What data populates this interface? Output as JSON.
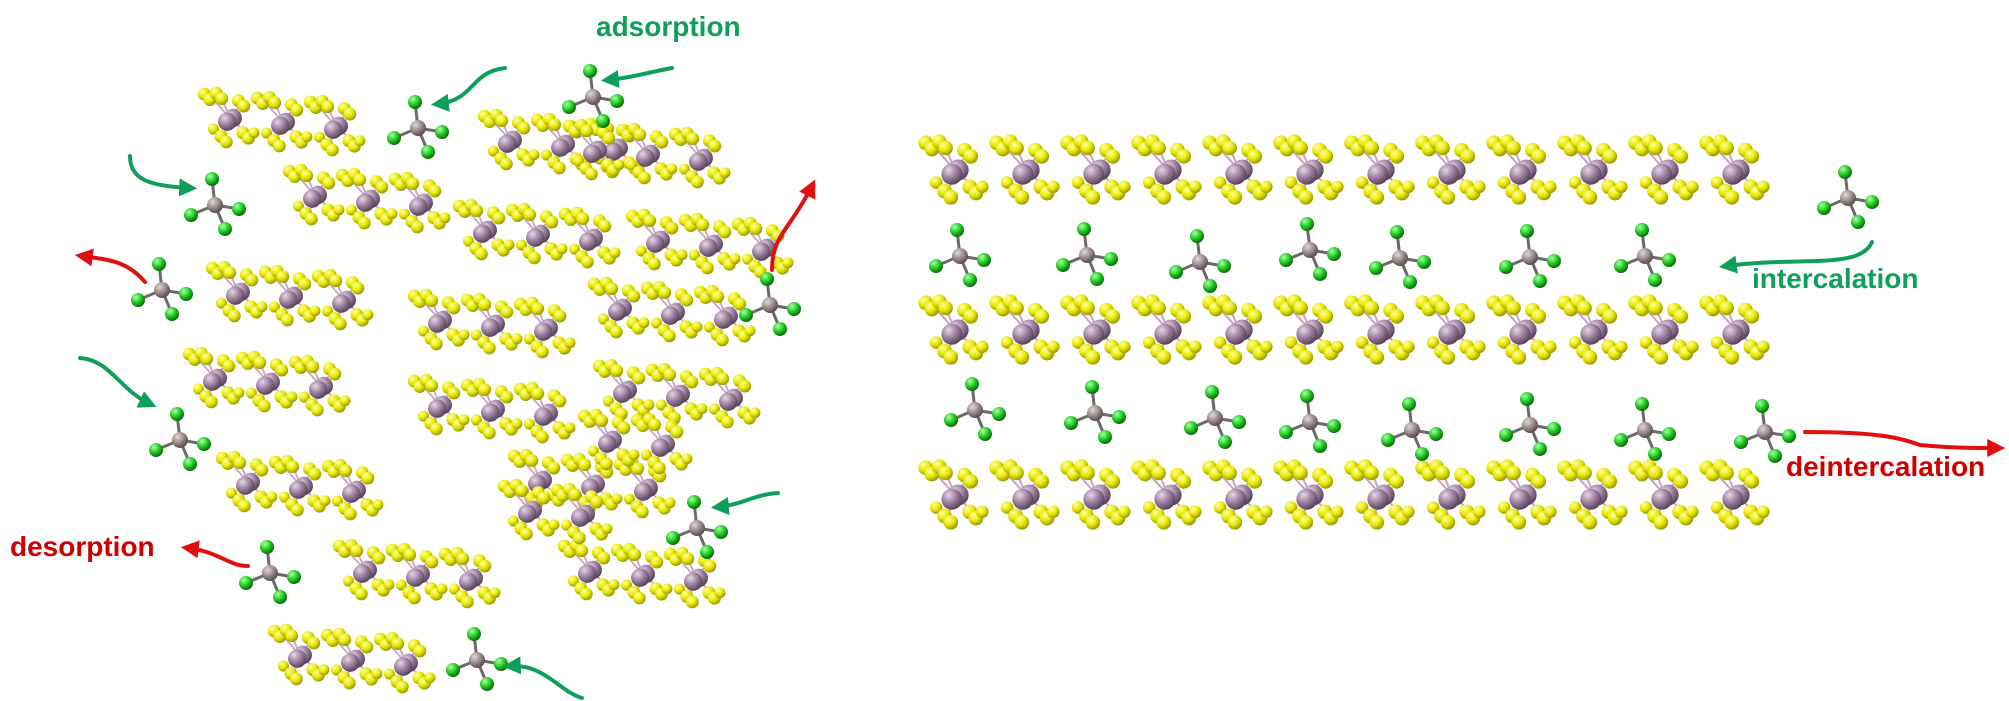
{
  "labels": {
    "adsorption": "adsorption",
    "desorption": "desorption",
    "intercalation": "intercalation",
    "deintercalation": "deintercalation"
  },
  "colors": {
    "adsorb_arrow": "#0e9f5a",
    "desorb_arrow": "#e01010",
    "label_green": "#0e9f5a",
    "label_red": "#cc0000",
    "sulfur": "#e8e800",
    "metal": "#9a7e9c",
    "bond": "#c9a6c4",
    "fluorine": "#22cc22",
    "carbon": "#9a8a8a"
  },
  "icons": {
    "layer": "layered-crystal-icon",
    "molecule": "tetrahedral-molecule-icon",
    "arrow": "curved-arrow-icon"
  }
}
